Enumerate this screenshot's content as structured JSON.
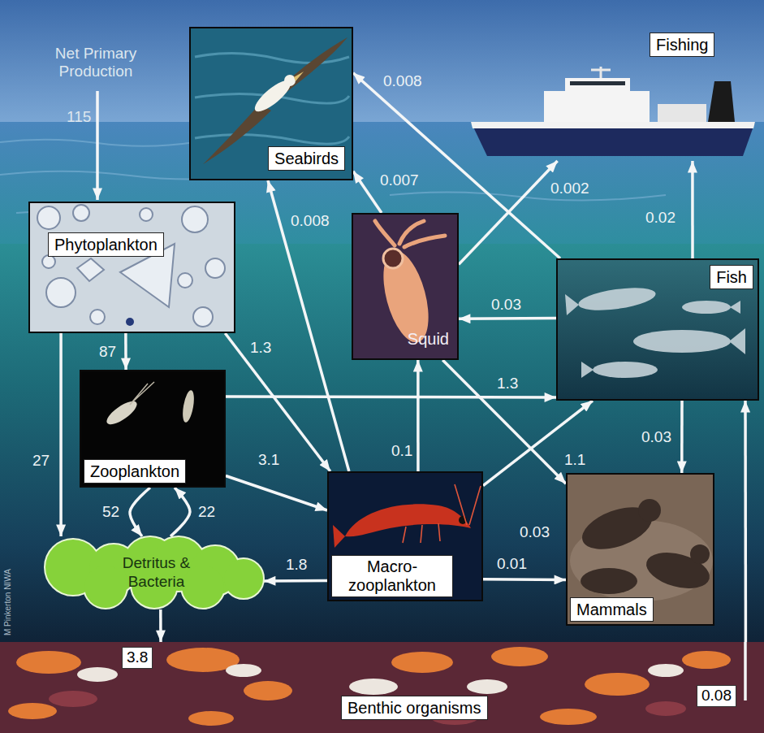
{
  "diagram": {
    "nodes": [
      {
        "text": [
          "Seabirds"
        ]
      },
      {
        "text": [
          "Fishing"
        ]
      },
      {
        "text": [
          "Phytoplankton"
        ]
      },
      {
        "text": [
          "Squid"
        ]
      },
      {
        "text": [
          "Fish"
        ]
      },
      {
        "text": [
          "Zooplankton"
        ]
      },
      {
        "text": [
          "Macro- zooplankton"
        ]
      },
      {
        "text": [
          "Mammals"
        ]
      },
      {
        "text": [
          "Detritus & Bacteria"
        ]
      },
      {
        "text": [
          "Benthic organisms"
        ]
      }
    ],
    "edges": [
      {
        "from": 2,
        "to": 5,
        "arrow": "to",
        "label": "87"
      },
      {
        "from": 2,
        "to": 8,
        "arrow": "to",
        "label": "27"
      },
      {
        "from": 2,
        "to": 6,
        "arrow": "to",
        "label": "1.3"
      },
      {
        "from": 5,
        "to": 8,
        "arrow": "to",
        "label": "52"
      },
      {
        "from": 8,
        "to": 5,
        "arrow": "to",
        "label": "22"
      },
      {
        "from": 5,
        "to": 6,
        "arrow": "to",
        "label": "3.1"
      },
      {
        "from": 5,
        "to": 4,
        "arrow": "to",
        "label": "1.3"
      },
      {
        "from": 6,
        "to": 8,
        "arrow": "to",
        "label": "1.8"
      },
      {
        "from": 6,
        "to": 7,
        "arrow": "to",
        "label": "0.01"
      },
      {
        "from": 6,
        "to": 0,
        "arrow": "to",
        "label": "0.008"
      },
      {
        "from": 6,
        "to": 3,
        "arrow": "to",
        "label": "0.1"
      },
      {
        "from": 6,
        "to": 4,
        "arrow": "to",
        "label": "1.1"
      },
      {
        "from": 3,
        "to": 0,
        "arrow": "to",
        "label": "0.007"
      },
      {
        "from": 3,
        "to": 1,
        "arrow": "to",
        "label": "0.002"
      },
      {
        "from": 3,
        "to": 7,
        "arrow": "to",
        "label": "0.03"
      },
      {
        "from": 4,
        "to": 3,
        "arrow": "to",
        "label": "0.03"
      },
      {
        "from": 4,
        "to": 0,
        "arrow": "to",
        "label": "0.008"
      },
      {
        "from": 4,
        "to": 1,
        "arrow": "to",
        "label": "0.02"
      },
      {
        "from": 4,
        "to": 7,
        "arrow": "to",
        "label": "0.03"
      },
      {
        "from": 9,
        "to": 4,
        "arrow": "to",
        "label": "0.08"
      },
      {
        "from": 8,
        "to": 9,
        "arrow": "to",
        "label": "3.8"
      }
    ],
    "labels": [
      "Net Primary Production",
      "115",
      "M Pinkerton NIWA"
    ]
  }
}
